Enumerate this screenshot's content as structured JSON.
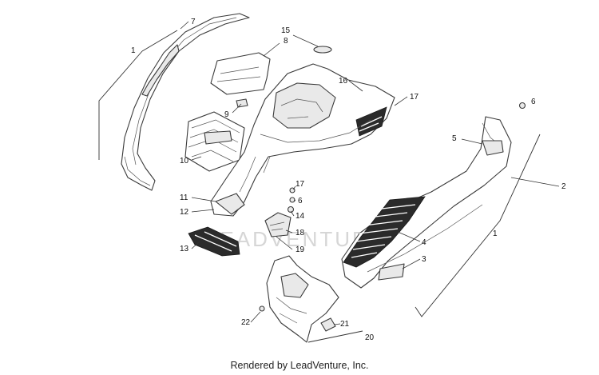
{
  "callouts": {
    "c1a": "1",
    "c1b": "1",
    "c2": "2",
    "c3": "3",
    "c4": "4",
    "c5": "5",
    "c6a": "6",
    "c6b": "6",
    "c7": "7",
    "c8": "8",
    "c9": "9",
    "c10": "10",
    "c11": "11",
    "c12": "12",
    "c13": "13",
    "c14": "14",
    "c15": "15",
    "c16": "16",
    "c17a": "17",
    "c17b": "17",
    "c18": "18",
    "c19": "19",
    "c20": "20",
    "c21": "21",
    "c22": "22"
  },
  "watermark": "LEADVENTURE",
  "footer": "Rendered by LeadVenture, Inc."
}
